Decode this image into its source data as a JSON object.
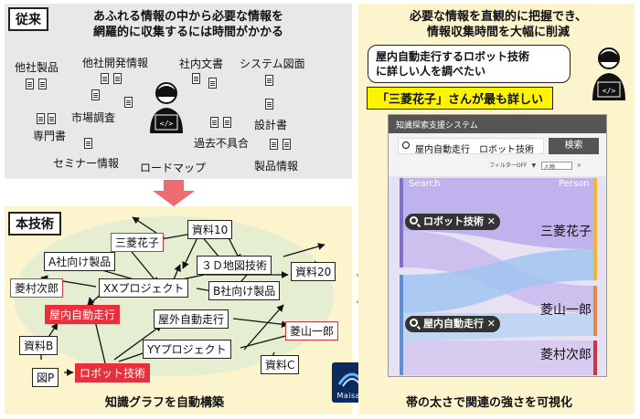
{
  "conventional": {
    "tag": "従来",
    "heading_line1": "あふれる情報の中から必要な情報を",
    "heading_line2": "網羅的に収集するには時間がかかる",
    "labels": [
      "他社製品",
      "他社開発情報",
      "社内文書",
      "システム図面",
      "市場調査",
      "専門書",
      "設計書",
      "過去不具合",
      "セミナー情報",
      "ロードマップ",
      "製品情報"
    ]
  },
  "proposed": {
    "tag": "本技術",
    "caption": "知識グラフを自動構築",
    "nodes": {
      "shiryo10": "資料10",
      "mitsubishi_hanako": "三菱花子",
      "a_product": "A社向け製品",
      "map3d": "３Ｄ地図技術",
      "ryomura": "菱村次郎",
      "xx_project": "XXプロジェクト",
      "b_product": "B社向け製品",
      "shiryo20": "資料20",
      "indoor": "屋内自動走行",
      "outdoor": "屋外自動走行",
      "hishiyama": "菱山一郎",
      "shiryoB": "資料B",
      "yy_project": "YYプロジェクト",
      "figP": "図P",
      "robot": "ロボット技術",
      "shiryoC": "資料C"
    },
    "logo_text": "Maisart"
  },
  "result": {
    "heading_line1": "必要な情報を直観的に把握でき、",
    "heading_line2": "情報収集時間を大幅に削減",
    "question_line1": "屋内自動走行するロボット技術",
    "question_line2": "に詳しい人を調べたい",
    "answer": "「三菱花子」さんが最も詳しい",
    "caption": "帯の太さで関連の強さを可視化",
    "app": {
      "title": "知識探索支援システム",
      "query": "屋内自動走行　ロボット技術",
      "search_button": "検索",
      "filter_label": "フィルターOFF",
      "filter_value": "人物",
      "col_search": "Search",
      "col_person": "Person",
      "chip1": "ロボット技術",
      "chip2": "屋内自動走行",
      "persons": [
        "三菱花子",
        "菱山一郎",
        "菱村次郎"
      ]
    }
  }
}
